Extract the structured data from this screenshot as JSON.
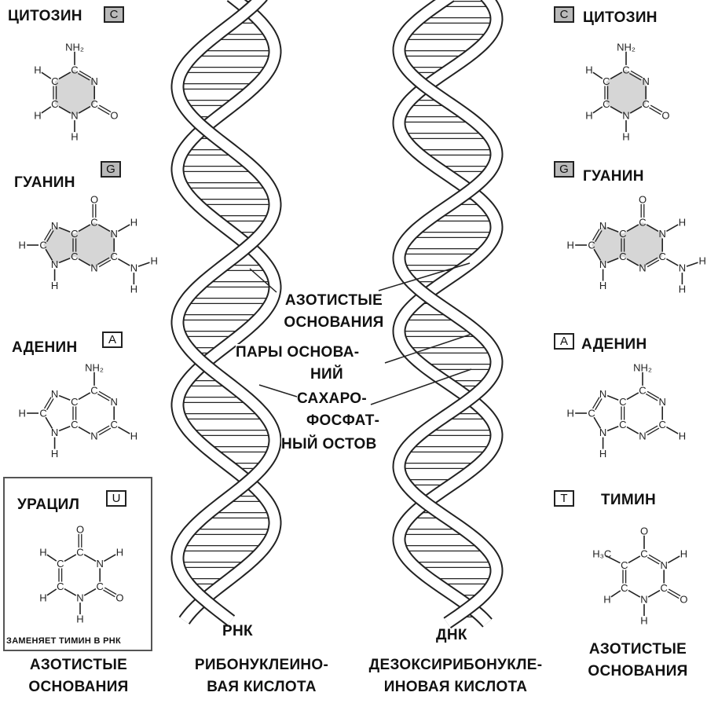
{
  "bases_left": {
    "cytosine": {
      "name": "ЦИТОЗИН",
      "letter": "C",
      "atoms": [
        "C",
        "N",
        "C",
        "N",
        "C",
        "C",
        "NH₂",
        "O",
        "H",
        "H",
        "H"
      ]
    },
    "guanine": {
      "name": "ГУАНИН",
      "letter": "G",
      "atoms": [
        "C",
        "N",
        "C",
        "N",
        "C",
        "C",
        "O",
        "H",
        "N",
        "H",
        "H",
        "N",
        "C",
        "N",
        "H",
        "H"
      ]
    },
    "adenine": {
      "name": "АДЕНИН",
      "letter": "A",
      "atoms": [
        "C",
        "N",
        "C",
        "N",
        "C",
        "C",
        "NH₂",
        "H",
        "N",
        "C",
        "N",
        "H",
        "H"
      ]
    },
    "uracil": {
      "name": "УРАЦИЛ",
      "letter": "U",
      "atoms": [
        "C",
        "N",
        "C",
        "N",
        "C",
        "C",
        "O",
        "H",
        "O",
        "H",
        "H",
        "H"
      ],
      "note": "ЗАМЕНЯЕТ ТИМИН В РНК"
    },
    "caption": [
      "АЗОТИСТЫЕ",
      "ОСНОВАНИЯ"
    ]
  },
  "bases_right": {
    "cytosine": {
      "name": "ЦИТОЗИН",
      "letter": "C",
      "atoms": [
        "C",
        "N",
        "C",
        "N",
        "C",
        "C",
        "NH₂",
        "O",
        "H",
        "H",
        "H"
      ]
    },
    "guanine": {
      "name": "ГУАНИН",
      "letter": "G",
      "atoms": [
        "C",
        "N",
        "C",
        "N",
        "C",
        "C",
        "O",
        "H",
        "N",
        "H",
        "H",
        "N",
        "C",
        "N",
        "H",
        "H"
      ]
    },
    "adenine": {
      "name": "АДЕНИН",
      "letter": "A",
      "atoms": [
        "C",
        "N",
        "C",
        "N",
        "C",
        "C",
        "NH₂",
        "H",
        "N",
        "C",
        "N",
        "H",
        "H"
      ]
    },
    "thymine": {
      "name": "ТИМИН",
      "letter": "T",
      "atoms": [
        "C",
        "N",
        "C",
        "N",
        "C",
        "C",
        "O",
        "H",
        "O",
        "H",
        "H",
        "H₃C"
      ]
    },
    "caption": [
      "АЗОТИСТЫЕ",
      "ОСНОВАНИЯ"
    ]
  },
  "rna": {
    "abbr": "РНК",
    "full": [
      "РИБОНУКЛЕИНО-",
      "ВАЯ КИСЛОТА"
    ]
  },
  "dna": {
    "abbr": "ДНК",
    "full": [
      "ДЕЗОКСИРИБОНУКЛЕ-",
      "ИНОВАЯ КИСЛОТА"
    ]
  },
  "callouts": {
    "bases": [
      "АЗОТИСТЫЕ",
      "ОСНОВАНИЯ"
    ],
    "pairs": [
      "ПАРЫ ОСНОВА-",
      "НИЙ"
    ],
    "backbone": [
      "САХАРО-",
      "ФОСФАТ-",
      "НЫЙ ОСТОВ"
    ]
  },
  "colors": {
    "ink": "#111111",
    "box_gray": "#b9b9b9"
  }
}
